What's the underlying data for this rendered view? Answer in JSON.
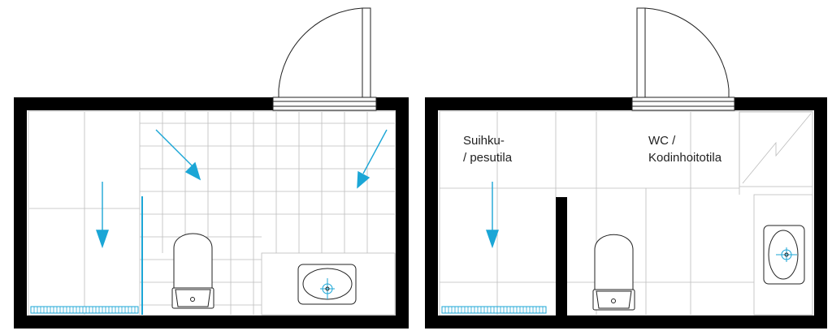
{
  "plans": [
    {
      "id": "plan-left",
      "labels": []
    },
    {
      "id": "plan-right",
      "labels": [
        {
          "id": "shower-label",
          "lines": [
            "Suihku-",
            "/ pesutila"
          ]
        },
        {
          "id": "wc-label",
          "lines": [
            "WC /",
            "Kodinhoitotila"
          ]
        }
      ]
    }
  ],
  "colors": {
    "wall": "#000000",
    "grid": "#b8b8b8",
    "accent": "#1ba6d6",
    "fixture": "#333333"
  }
}
